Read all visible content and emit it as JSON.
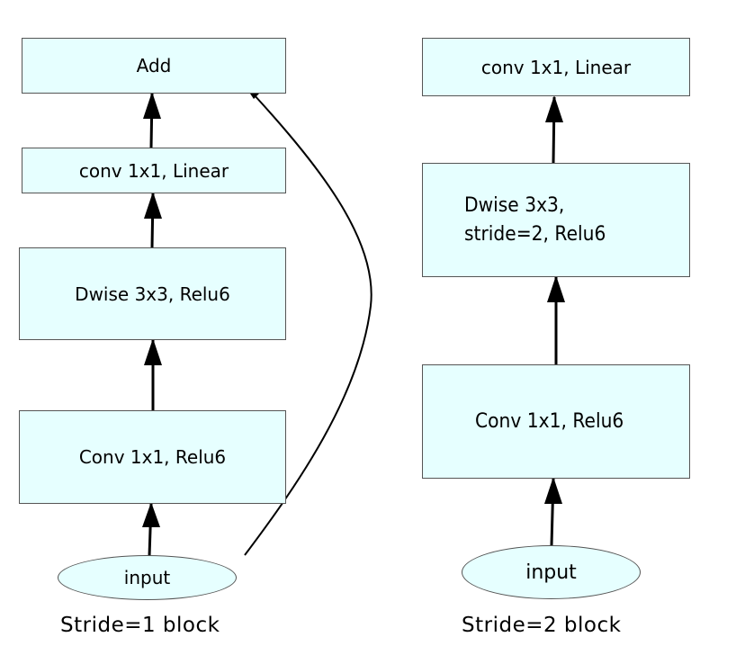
{
  "left_block": {
    "caption": "Stride=1 block",
    "input": "input",
    "conv1x1_relu6": "Conv 1x1, Relu6",
    "dwise": "Dwise 3x3, Relu6",
    "conv1x1_linear": "conv 1x1, Linear",
    "add": "Add"
  },
  "right_block": {
    "caption": "Stride=2 block",
    "input": "input",
    "conv1x1_relu6": "Conv 1x1, Relu6",
    "dwise": "Dwise 3x3,\nstride=2, Relu6",
    "conv1x1_linear": "conv 1x1, Linear"
  },
  "colors": {
    "box_fill": "#e6ffff",
    "box_border": "#555555",
    "arrow": "#000000"
  }
}
